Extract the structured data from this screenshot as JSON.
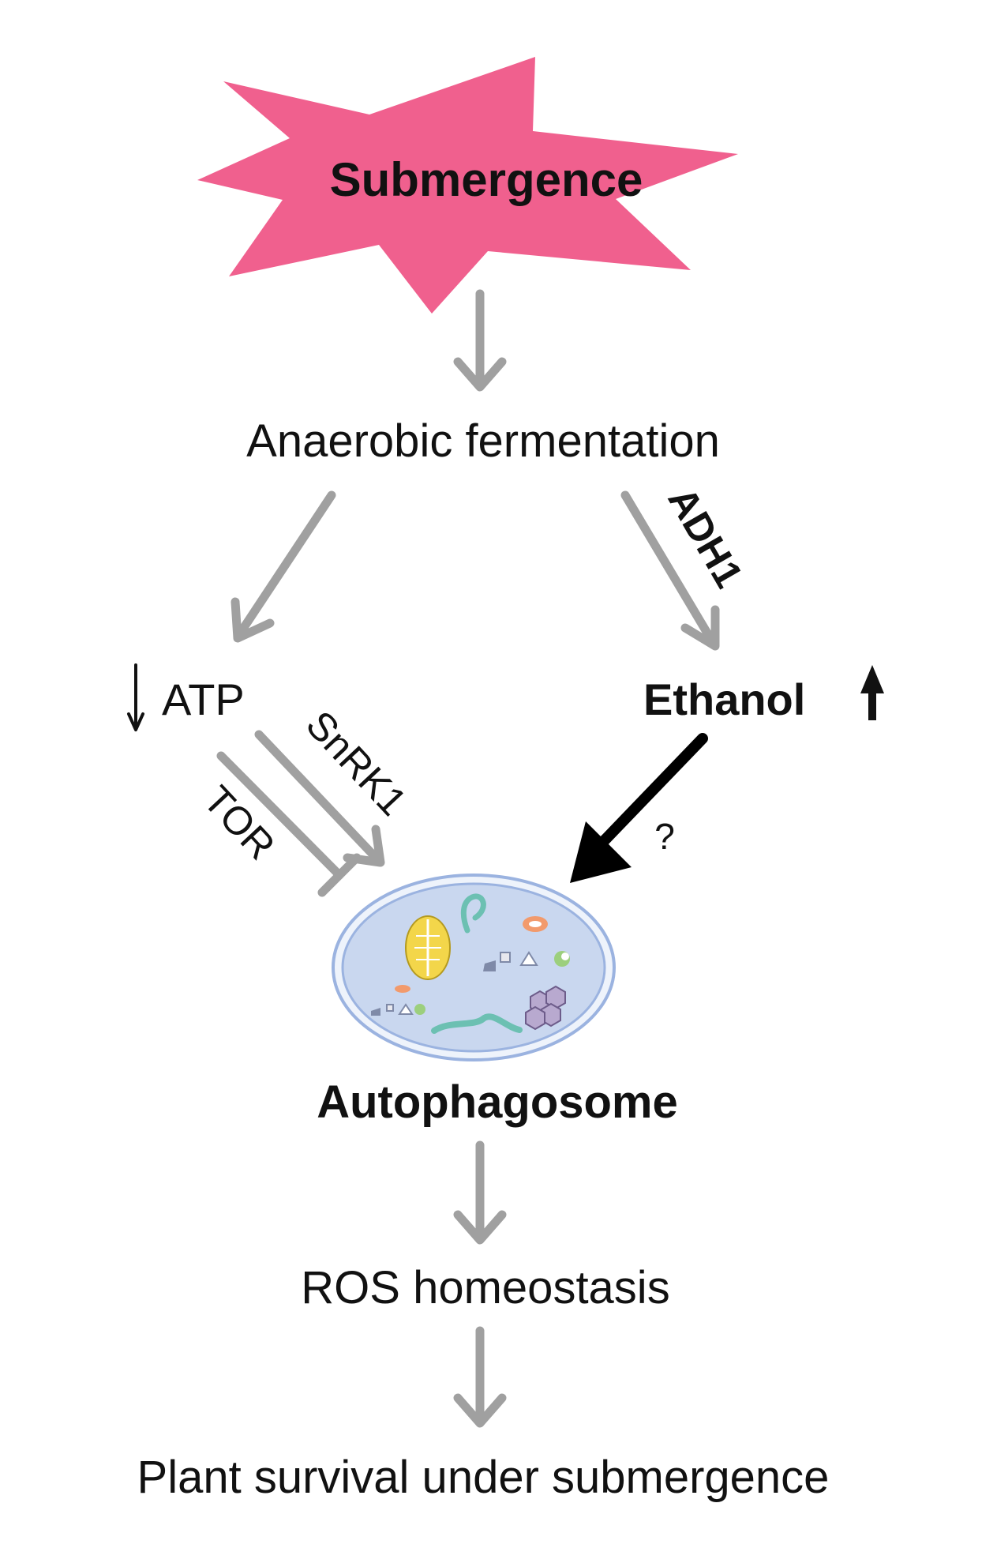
{
  "colors": {
    "starburst": "#f0608e",
    "arrow_gray": "#a0a0a0",
    "arrow_black": "#000000",
    "text": "#111111",
    "vesicle_fill": "#c9d7ef",
    "vesicle_stroke": "#9bb3e0",
    "mitochondrion": "#f3d64a",
    "worm": "#6cc0b2",
    "protein_cluster": "#b8a9cf",
    "organelle_orange": "#f29a6c"
  },
  "nodes": {
    "submergence": "Submergence",
    "anaerobic_fermentation": "Anaerobic fermentation",
    "atp": "ATP",
    "ethanol": "Ethanol",
    "autophagosome": "Autophagosome",
    "ros_homeostasis": "ROS homeostasis",
    "plant_survival": "Plant survival under submergence"
  },
  "edge_labels": {
    "adh1": "ADH1",
    "snrk1": "SnRK1",
    "tor": "TOR",
    "question": "?"
  },
  "indicators": {
    "atp_change": "decrease",
    "ethanol_change": "increase"
  },
  "icons": {
    "submergence_shape": "starburst",
    "autophagosome_illustration": "autophagosome-vesicle"
  }
}
